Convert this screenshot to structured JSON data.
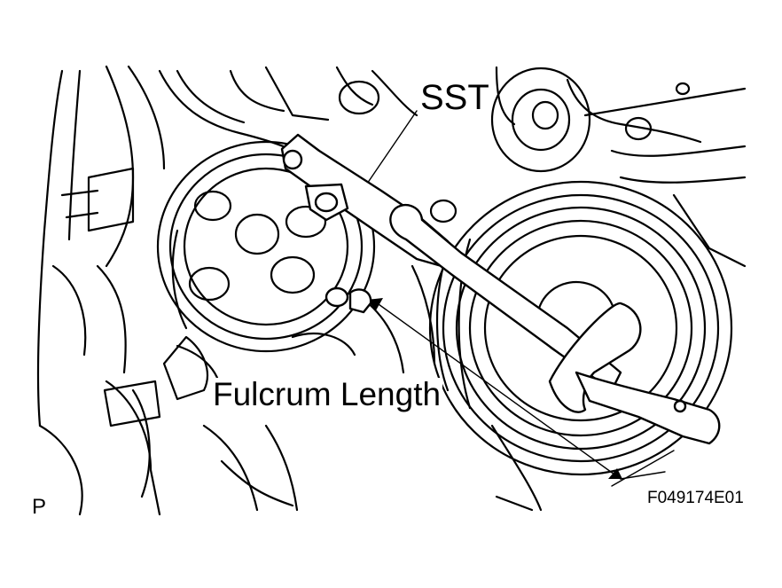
{
  "labels": {
    "sst": "SST",
    "fulcrum_length": "Fulcrum Length",
    "view_marker": "P",
    "figure_code": "F049174E01"
  },
  "colors": {
    "ink": "#000000",
    "paper": "#ffffff"
  }
}
